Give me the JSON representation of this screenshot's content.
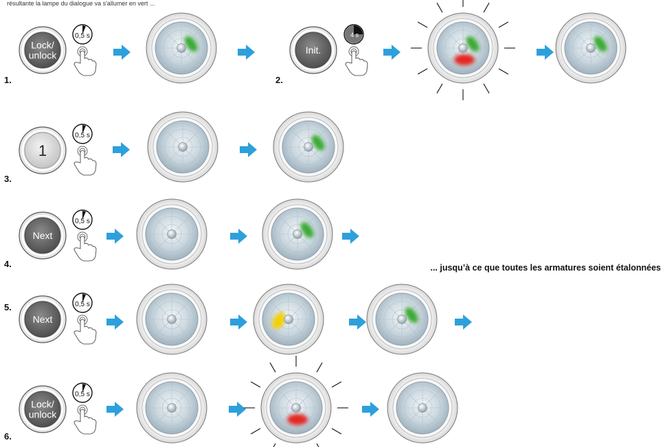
{
  "header": {
    "partial_text": "résultante la lampe du dialogue va s'allumer en vert ..."
  },
  "steps": [
    {
      "number": "1.",
      "button": {
        "label_lines": [
          "Lock/",
          "unlock"
        ],
        "style": "dark"
      },
      "timer": {
        "label": "0,5 s",
        "style": "short"
      },
      "dials": [
        {
          "led": "green"
        }
      ],
      "trailing_arrow": false
    },
    {
      "number": "2.",
      "button": {
        "label_lines": [
          "Init."
        ],
        "style": "dark"
      },
      "timer": {
        "label": "4 s",
        "style": "long"
      },
      "dials": [
        {
          "led": "green-red",
          "flashing": true
        },
        {
          "led": "green"
        }
      ],
      "trailing_arrow": false
    },
    {
      "number": "3.",
      "button": {
        "label_lines": [
          "1"
        ],
        "style": "light"
      },
      "timer": {
        "label": "0,5 s",
        "style": "short"
      },
      "dials": [
        {
          "led": "off"
        },
        {
          "led": "green"
        }
      ],
      "trailing_arrow": false
    },
    {
      "number": "4.",
      "button": {
        "label_lines": [
          "Next"
        ],
        "style": "dark"
      },
      "timer": {
        "label": "0,5 s",
        "style": "short"
      },
      "dials": [
        {
          "led": "off"
        },
        {
          "led": "green"
        }
      ],
      "trailing_arrow": true,
      "note": "... jusqu’à ce que toutes les armatures soient étalonnées"
    },
    {
      "number": "5.",
      "button": {
        "label_lines": [
          "Next"
        ],
        "style": "dark"
      },
      "timer": {
        "label": "0,5 s",
        "style": "short"
      },
      "dials": [
        {
          "led": "off"
        },
        {
          "led": "yellow"
        },
        {
          "led": "green"
        }
      ],
      "trailing_arrow": true
    },
    {
      "number": "6.",
      "button": {
        "label_lines": [
          "Lock/",
          "unlock"
        ],
        "style": "dark"
      },
      "timer": {
        "label": "0,5 s",
        "style": "short"
      },
      "dials": [
        {
          "led": "off"
        },
        {
          "led": "red",
          "flashing": true
        },
        {
          "led": "off"
        }
      ],
      "trailing_arrow": false
    }
  ],
  "colors": {
    "arrow": "#2da0dc",
    "led_green": "#3aaa35",
    "led_red": "#e52521",
    "led_yellow": "#f5d000",
    "button_dark": "#6b6b6b",
    "button_light": "#d9d9d9"
  },
  "icons": {
    "press_hand": "hand-pointer-icon",
    "hold_timer": "stopwatch-icon",
    "flow_arrow": "arrow-right-icon"
  }
}
